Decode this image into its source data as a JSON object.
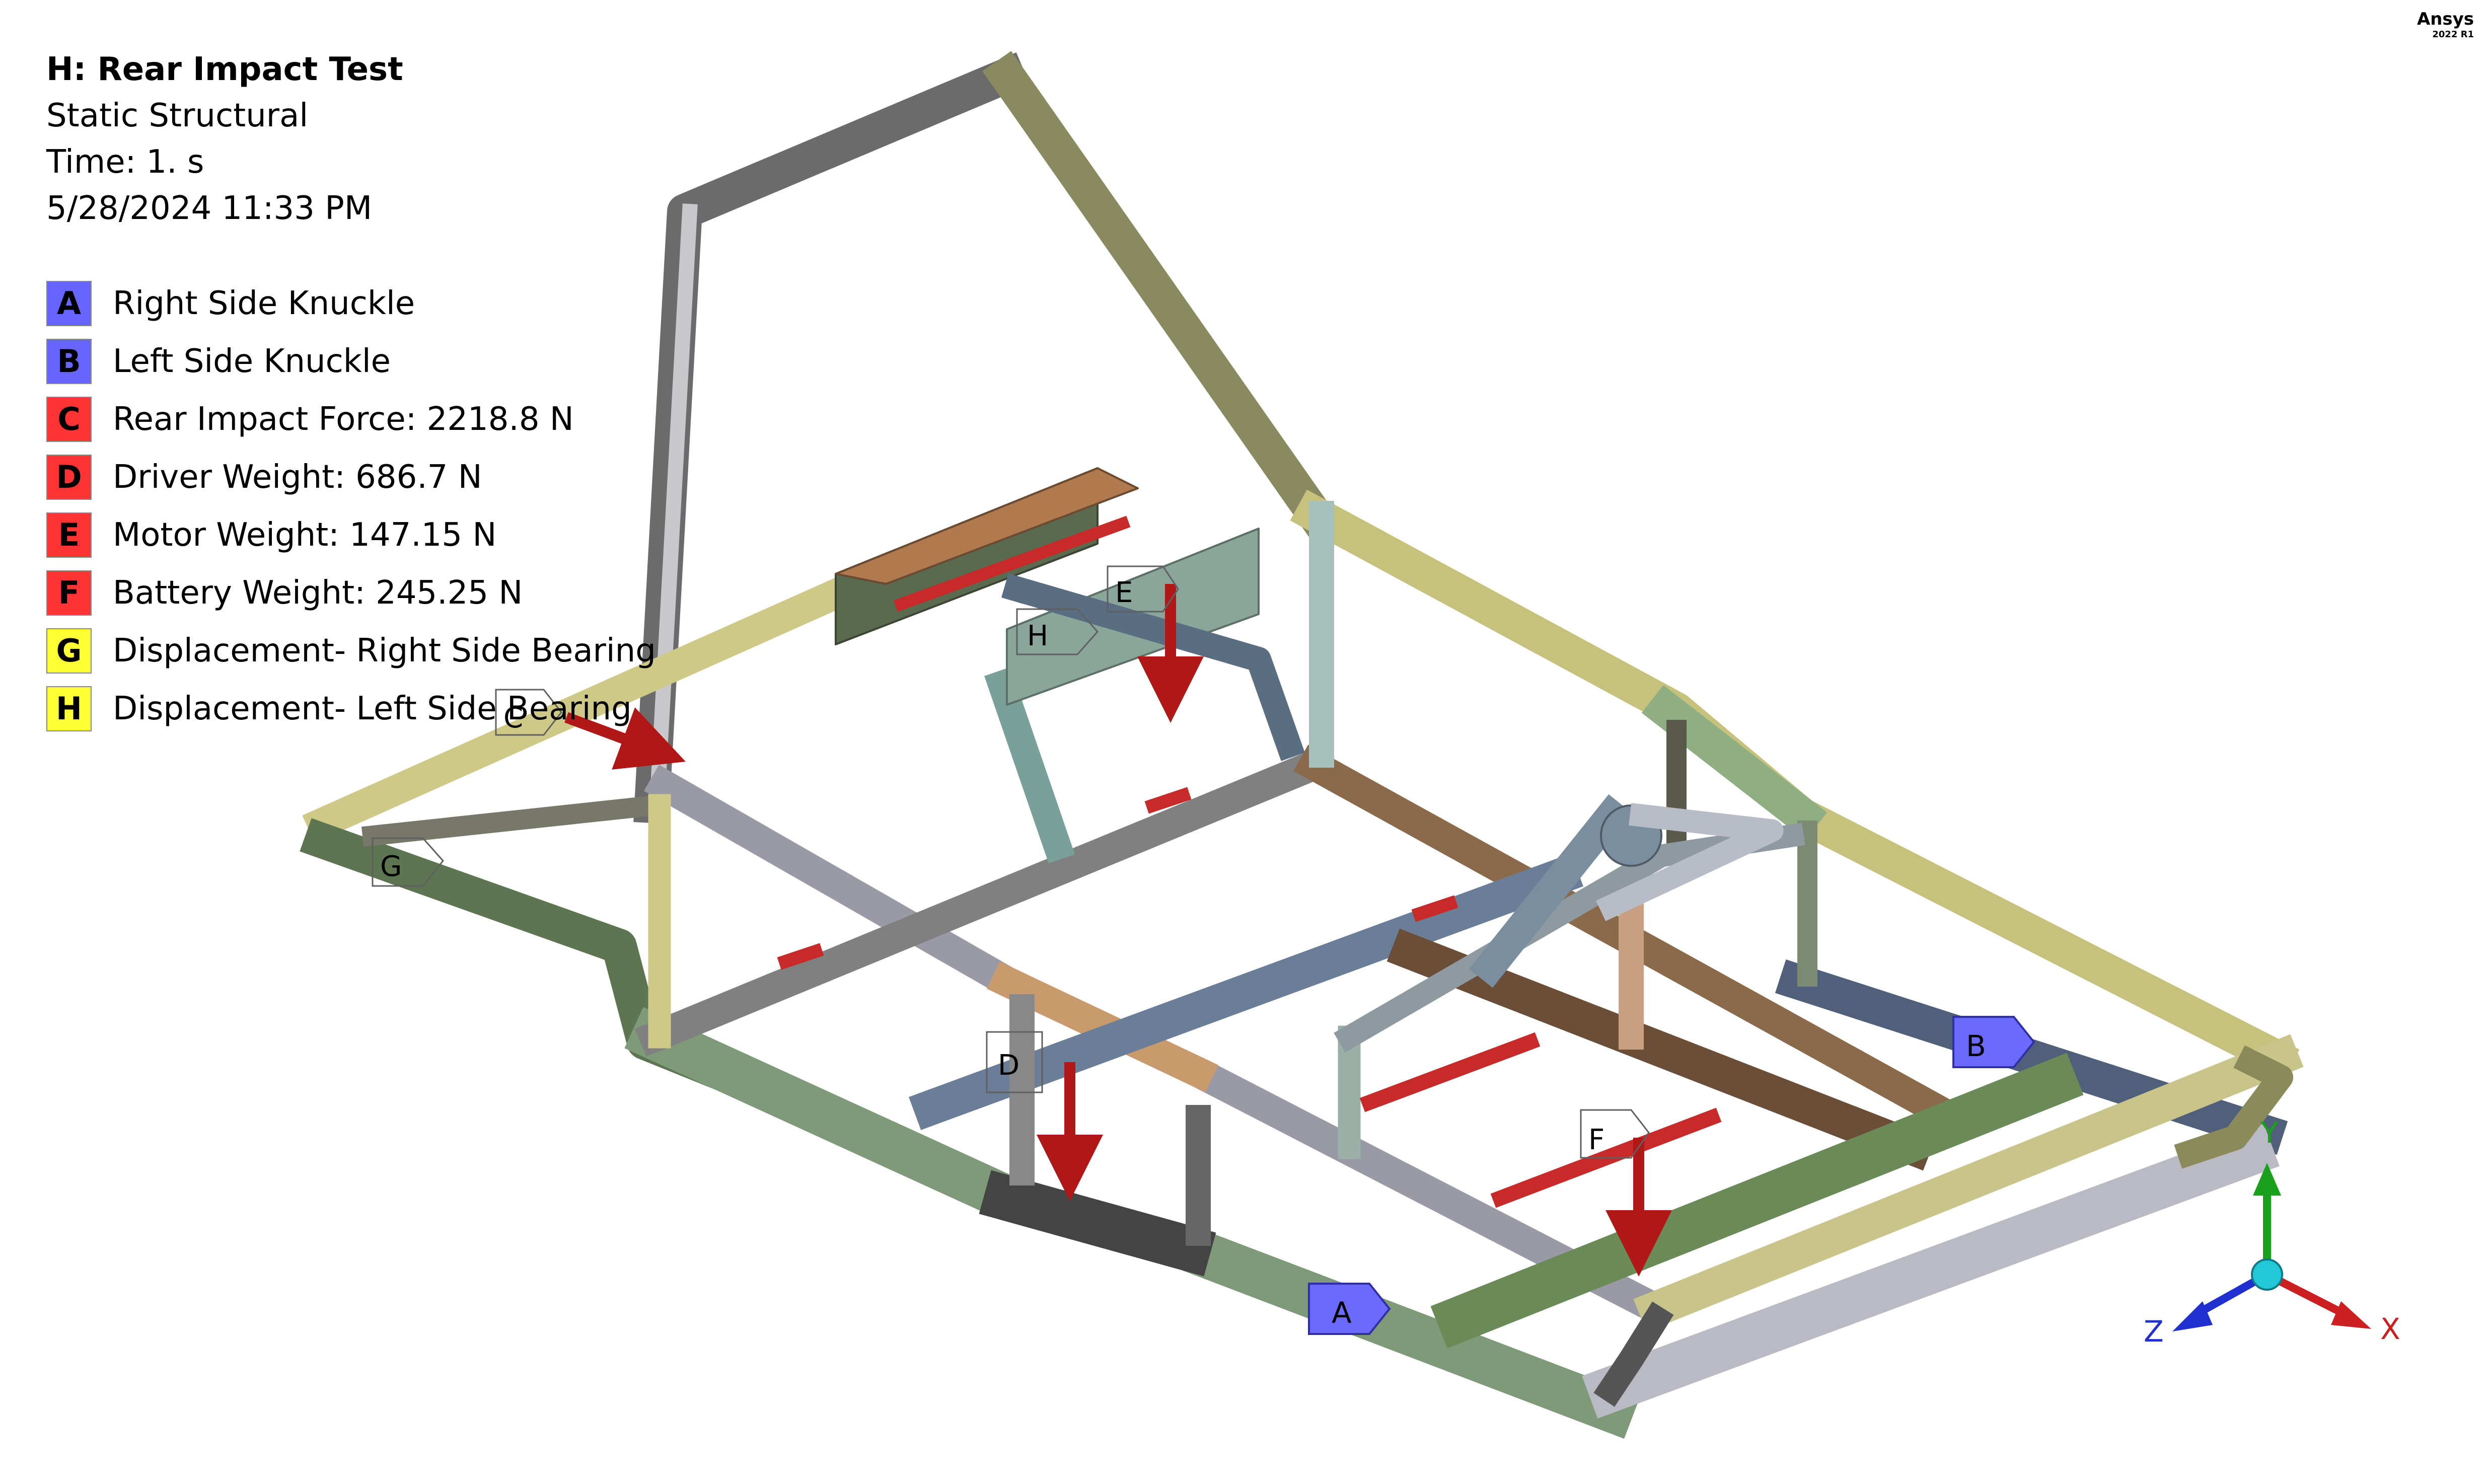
{
  "info": {
    "title": "H: Rear Impact Test",
    "analysis_type": "Static Structural",
    "time": "Time: 1. s",
    "timestamp": "5/28/2024 11:33 PM"
  },
  "legend": [
    {
      "letter": "A",
      "label": "Right Side Knuckle",
      "color": "#6666ff"
    },
    {
      "letter": "B",
      "label": "Left Side Knuckle",
      "color": "#6666ff"
    },
    {
      "letter": "C",
      "label": "Rear Impact Force: 2218.8 N",
      "color": "#ff3333"
    },
    {
      "letter": "D",
      "label": "Driver Weight: 686.7 N",
      "color": "#ff3333"
    },
    {
      "letter": "E",
      "label": "Motor Weight: 147.15 N",
      "color": "#ff3333"
    },
    {
      "letter": "F",
      "label": "Battery Weight: 245.25 N",
      "color": "#ff3333"
    },
    {
      "letter": "G",
      "label": "Displacement- Right Side Bearing",
      "color": "#ffff33"
    },
    {
      "letter": "H",
      "label": "Displacement- Left Side Bearing",
      "color": "#ffff33"
    }
  ],
  "brand": {
    "name": "Ansys",
    "version": "2022 R1"
  },
  "markers": {
    "A": "A",
    "B": "B",
    "C": "C",
    "D": "D",
    "E": "E",
    "F": "F",
    "G": "G",
    "H": "H"
  },
  "triad": {
    "x": "X",
    "y": "Y",
    "z": "Z",
    "x_color": "#cc1f1f",
    "y_color": "#1aa01a",
    "z_color": "#1f2fd0",
    "origin_color": "#22c8d8"
  }
}
